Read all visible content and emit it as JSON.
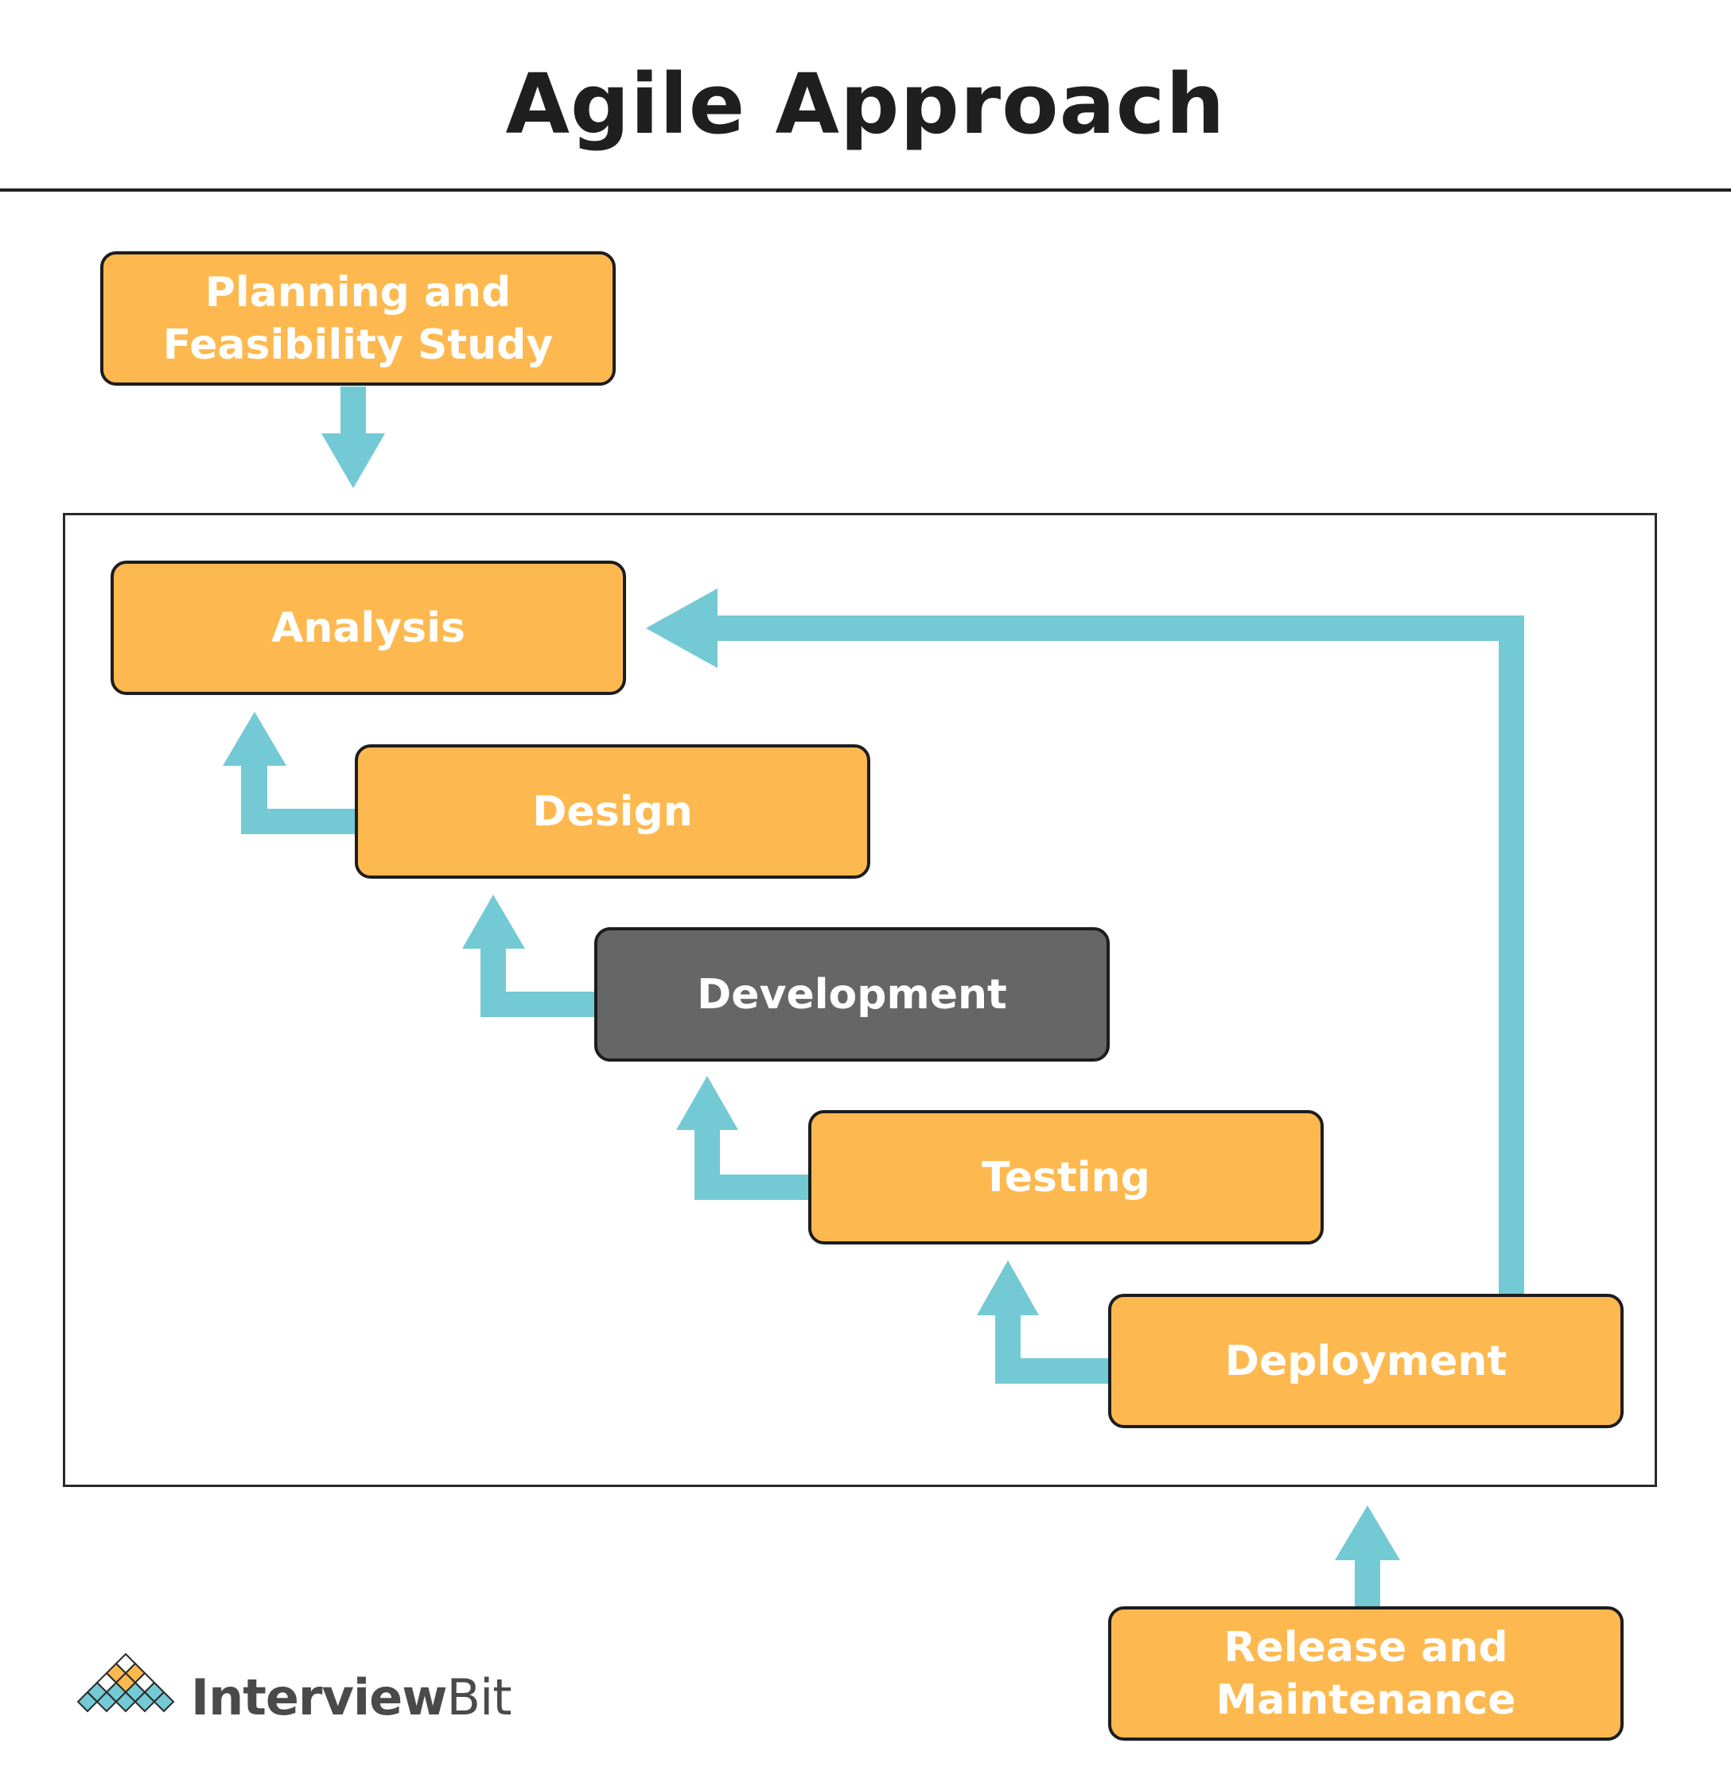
{
  "title": "Agile Approach",
  "colors": {
    "box": "#FDB94F",
    "box_active": "#666666",
    "arrow": "#74CAD4",
    "border": "#1d1d1d",
    "text": "#ffffff"
  },
  "stages": {
    "planning": "Planning and\nFeasibility Study",
    "analysis": "Analysis",
    "design": "Design",
    "development": "Development",
    "testing": "Testing",
    "deployment": "Deployment",
    "release": "Release and\nMaintenance"
  },
  "logo": {
    "name_bold": "Interview",
    "name_light": "Bit"
  }
}
